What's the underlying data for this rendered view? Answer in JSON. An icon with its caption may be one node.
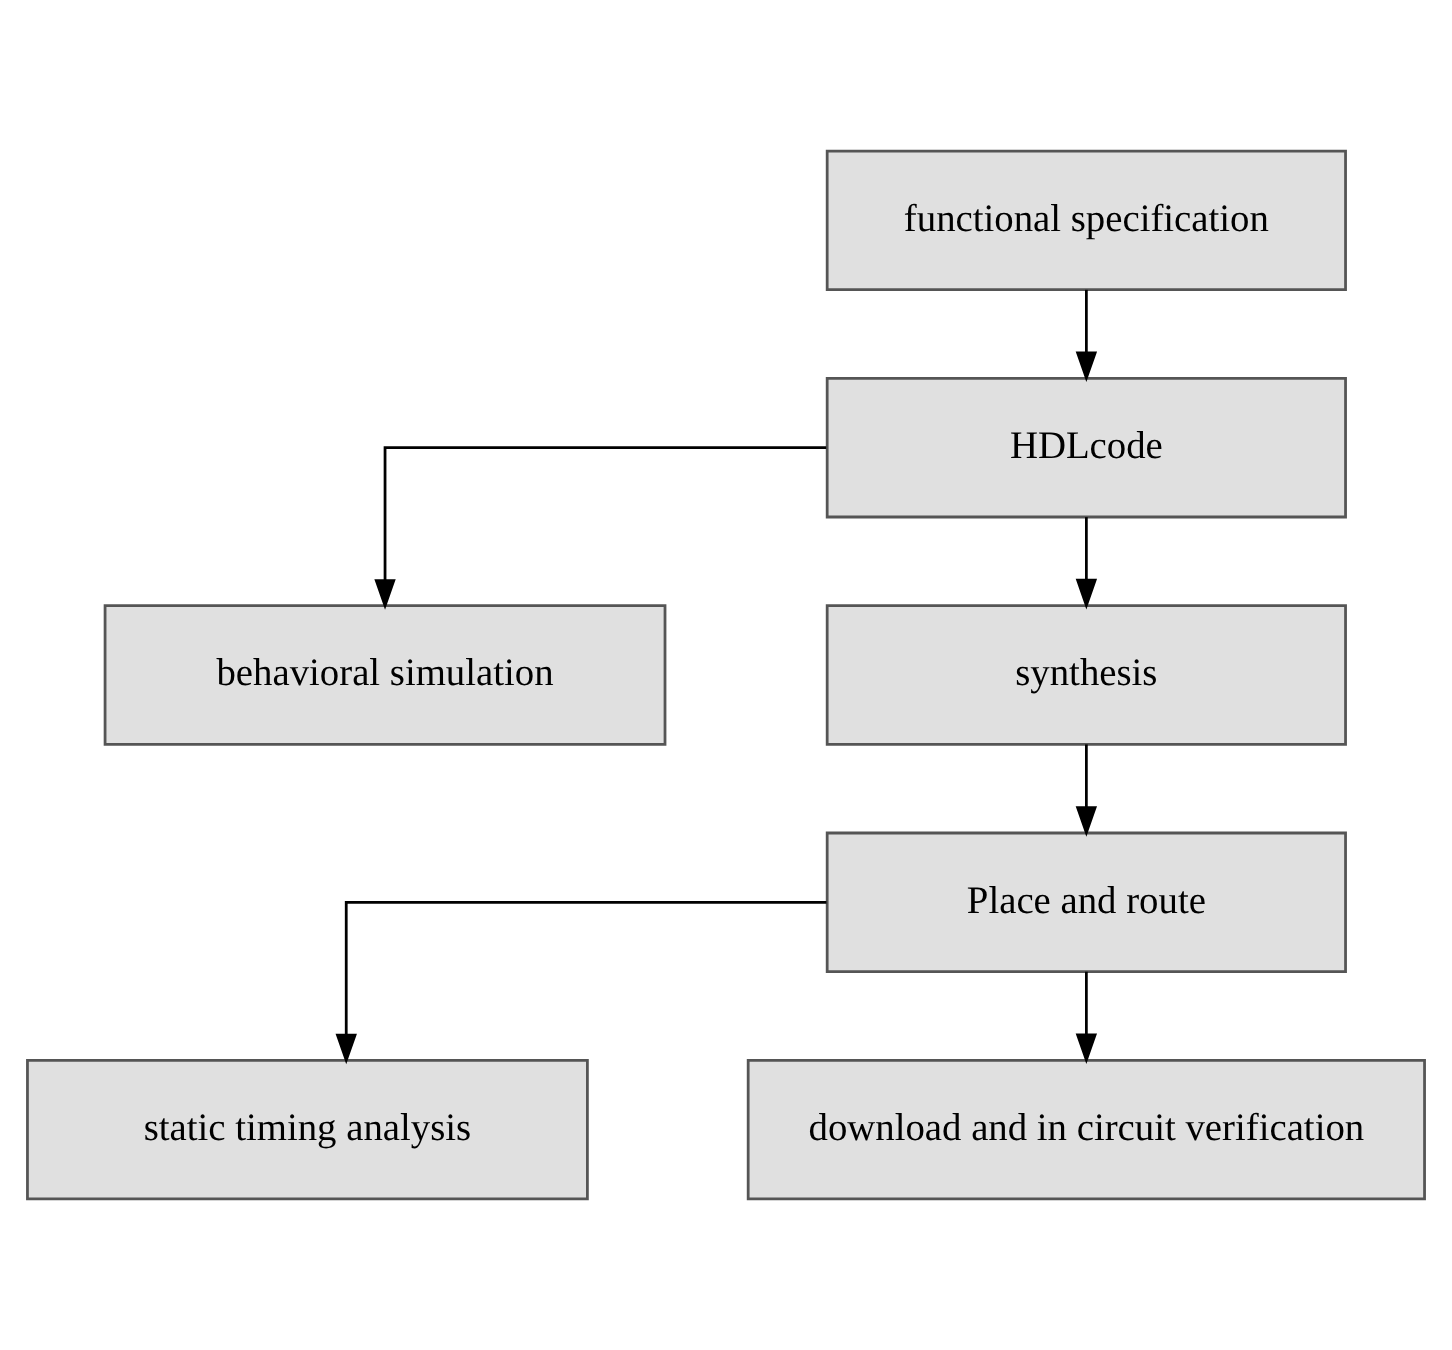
{
  "diagram": {
    "nodes": [
      {
        "text": [
          "functional specification"
        ]
      },
      {
        "text": [
          "HDLcode"
        ]
      },
      {
        "text": [
          "behavioral simulation"
        ]
      },
      {
        "text": [
          "synthesis"
        ]
      },
      {
        "text": [
          "Place and route"
        ]
      },
      {
        "text": [
          "static timing analysis"
        ]
      },
      {
        "text": [
          "download and in circuit verification"
        ]
      }
    ],
    "edges": [
      {
        "from": 0,
        "to": 1,
        "arrow": "to"
      },
      {
        "from": 1,
        "to": 2,
        "arrow": "to"
      },
      {
        "from": 1,
        "to": 3,
        "arrow": "to"
      },
      {
        "from": 3,
        "to": 4,
        "arrow": "to"
      },
      {
        "from": 4,
        "to": 5,
        "arrow": "to"
      },
      {
        "from": 4,
        "to": 6,
        "arrow": "to"
      }
    ]
  }
}
